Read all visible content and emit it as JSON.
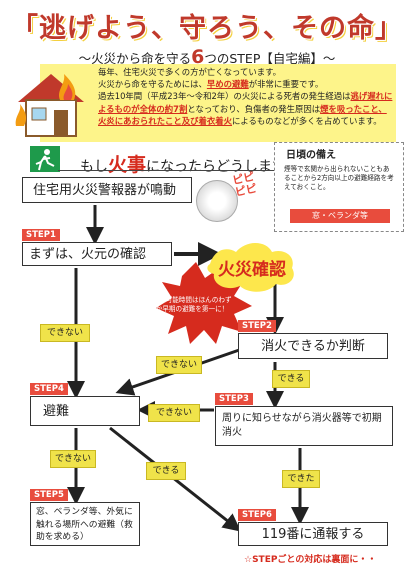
{
  "title": "「逃げよう、守ろう、その命」",
  "subtitle": {
    "prefix": "～火災から命を守る",
    "number": "6",
    "suffix": "つのSTEP【自宅編】～"
  },
  "info": {
    "line1": "毎年、住宅火災で多くの方が亡くなっています。",
    "line2a": "火災から命を守るためには、",
    "line2b": "早めの避難",
    "line2c": "が非常に重要です。",
    "line3a": "過去10年間（平成23年～令和2年）の火災による死者の発生経過は",
    "line3b": "逃げ遅れによるものが全体の約7割",
    "line3c": "となっており、負傷者の発生原因は",
    "line3d": "煙を吸ったこと、火炎にあおられたこと及び着衣着火",
    "line3e": "によるものなどが多くを占めています。"
  },
  "question": {
    "prefix": "もし",
    "fire": "火事",
    "suffix": "になったらどうしますか？"
  },
  "prep": {
    "title": "日頃の備え",
    "text": "煙等で玄関から出られないこともあることから2方向以上の避難経路を考えておくこと。",
    "badge": "窓・ベランダ等"
  },
  "alarm_sound": "ピピピピ",
  "burst_text": "避難可能時間はほんのわずか早期の避難を第一に！",
  "fire_title": "火災確認",
  "flow": {
    "alarm": "住宅用火災警報器が鳴動",
    "step1": {
      "tag": "STEP1",
      "text": "まずは、火元の確認"
    },
    "step2": {
      "tag": "STEP2",
      "text": "消火できるか判断"
    },
    "step3": {
      "tag": "STEP3",
      "text": "周りに知らせながら消火器等で初期消火"
    },
    "step4": {
      "tag": "STEP4",
      "text": "避難"
    },
    "step5": {
      "tag": "STEP5",
      "text": "窓、ベランダ等、外気に触れる場所への避難（救助を求める）"
    },
    "step6": {
      "tag": "STEP6",
      "text": "119番に通報する"
    }
  },
  "labels": {
    "cannot": "できない",
    "can": "できる",
    "done": "できた"
  },
  "bottom_note": "☆STEPごとの対応は裏面に・・",
  "colors": {
    "accent_red": "#d62b1e",
    "step_tag": "#e84c3d",
    "highlight_yellow": "#fdf48a",
    "pill_yellow": "#f0e34a"
  }
}
